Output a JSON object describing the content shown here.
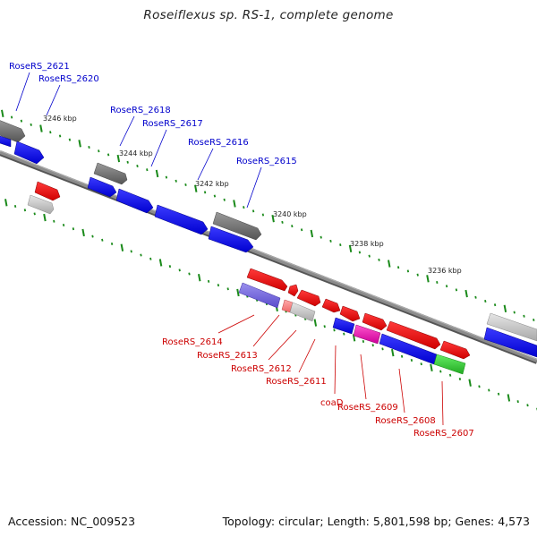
{
  "title": "Roseiflexus sp. RS-1, complete genome",
  "footer": {
    "accession": "Accession: NC_009523",
    "topology": "Topology: circular; Length: 5,801,598 bp; Genes: 4,573"
  },
  "colors": {
    "forward_label": "#0000cc",
    "reverse_label": "#cc0000",
    "backbone": "#777777",
    "tick": "#1a8a1a"
  },
  "kbp_ticks": [
    "3246 kbp",
    "3244 kbp",
    "3242 kbp",
    "3240 kbp",
    "3238 kbp",
    "3236 kbp"
  ],
  "forward_genes": [
    "RoseRS_2621",
    "RoseRS_2620",
    "RoseRS_2618",
    "RoseRS_2617",
    "RoseRS_2616",
    "RoseRS_2615"
  ],
  "reverse_genes": [
    "RoseRS_2614",
    "RoseRS_2613",
    "RoseRS_2612",
    "RoseRS_2611",
    "coaD",
    "RoseRS_2609",
    "RoseRS_2608",
    "RoseRS_2607"
  ]
}
